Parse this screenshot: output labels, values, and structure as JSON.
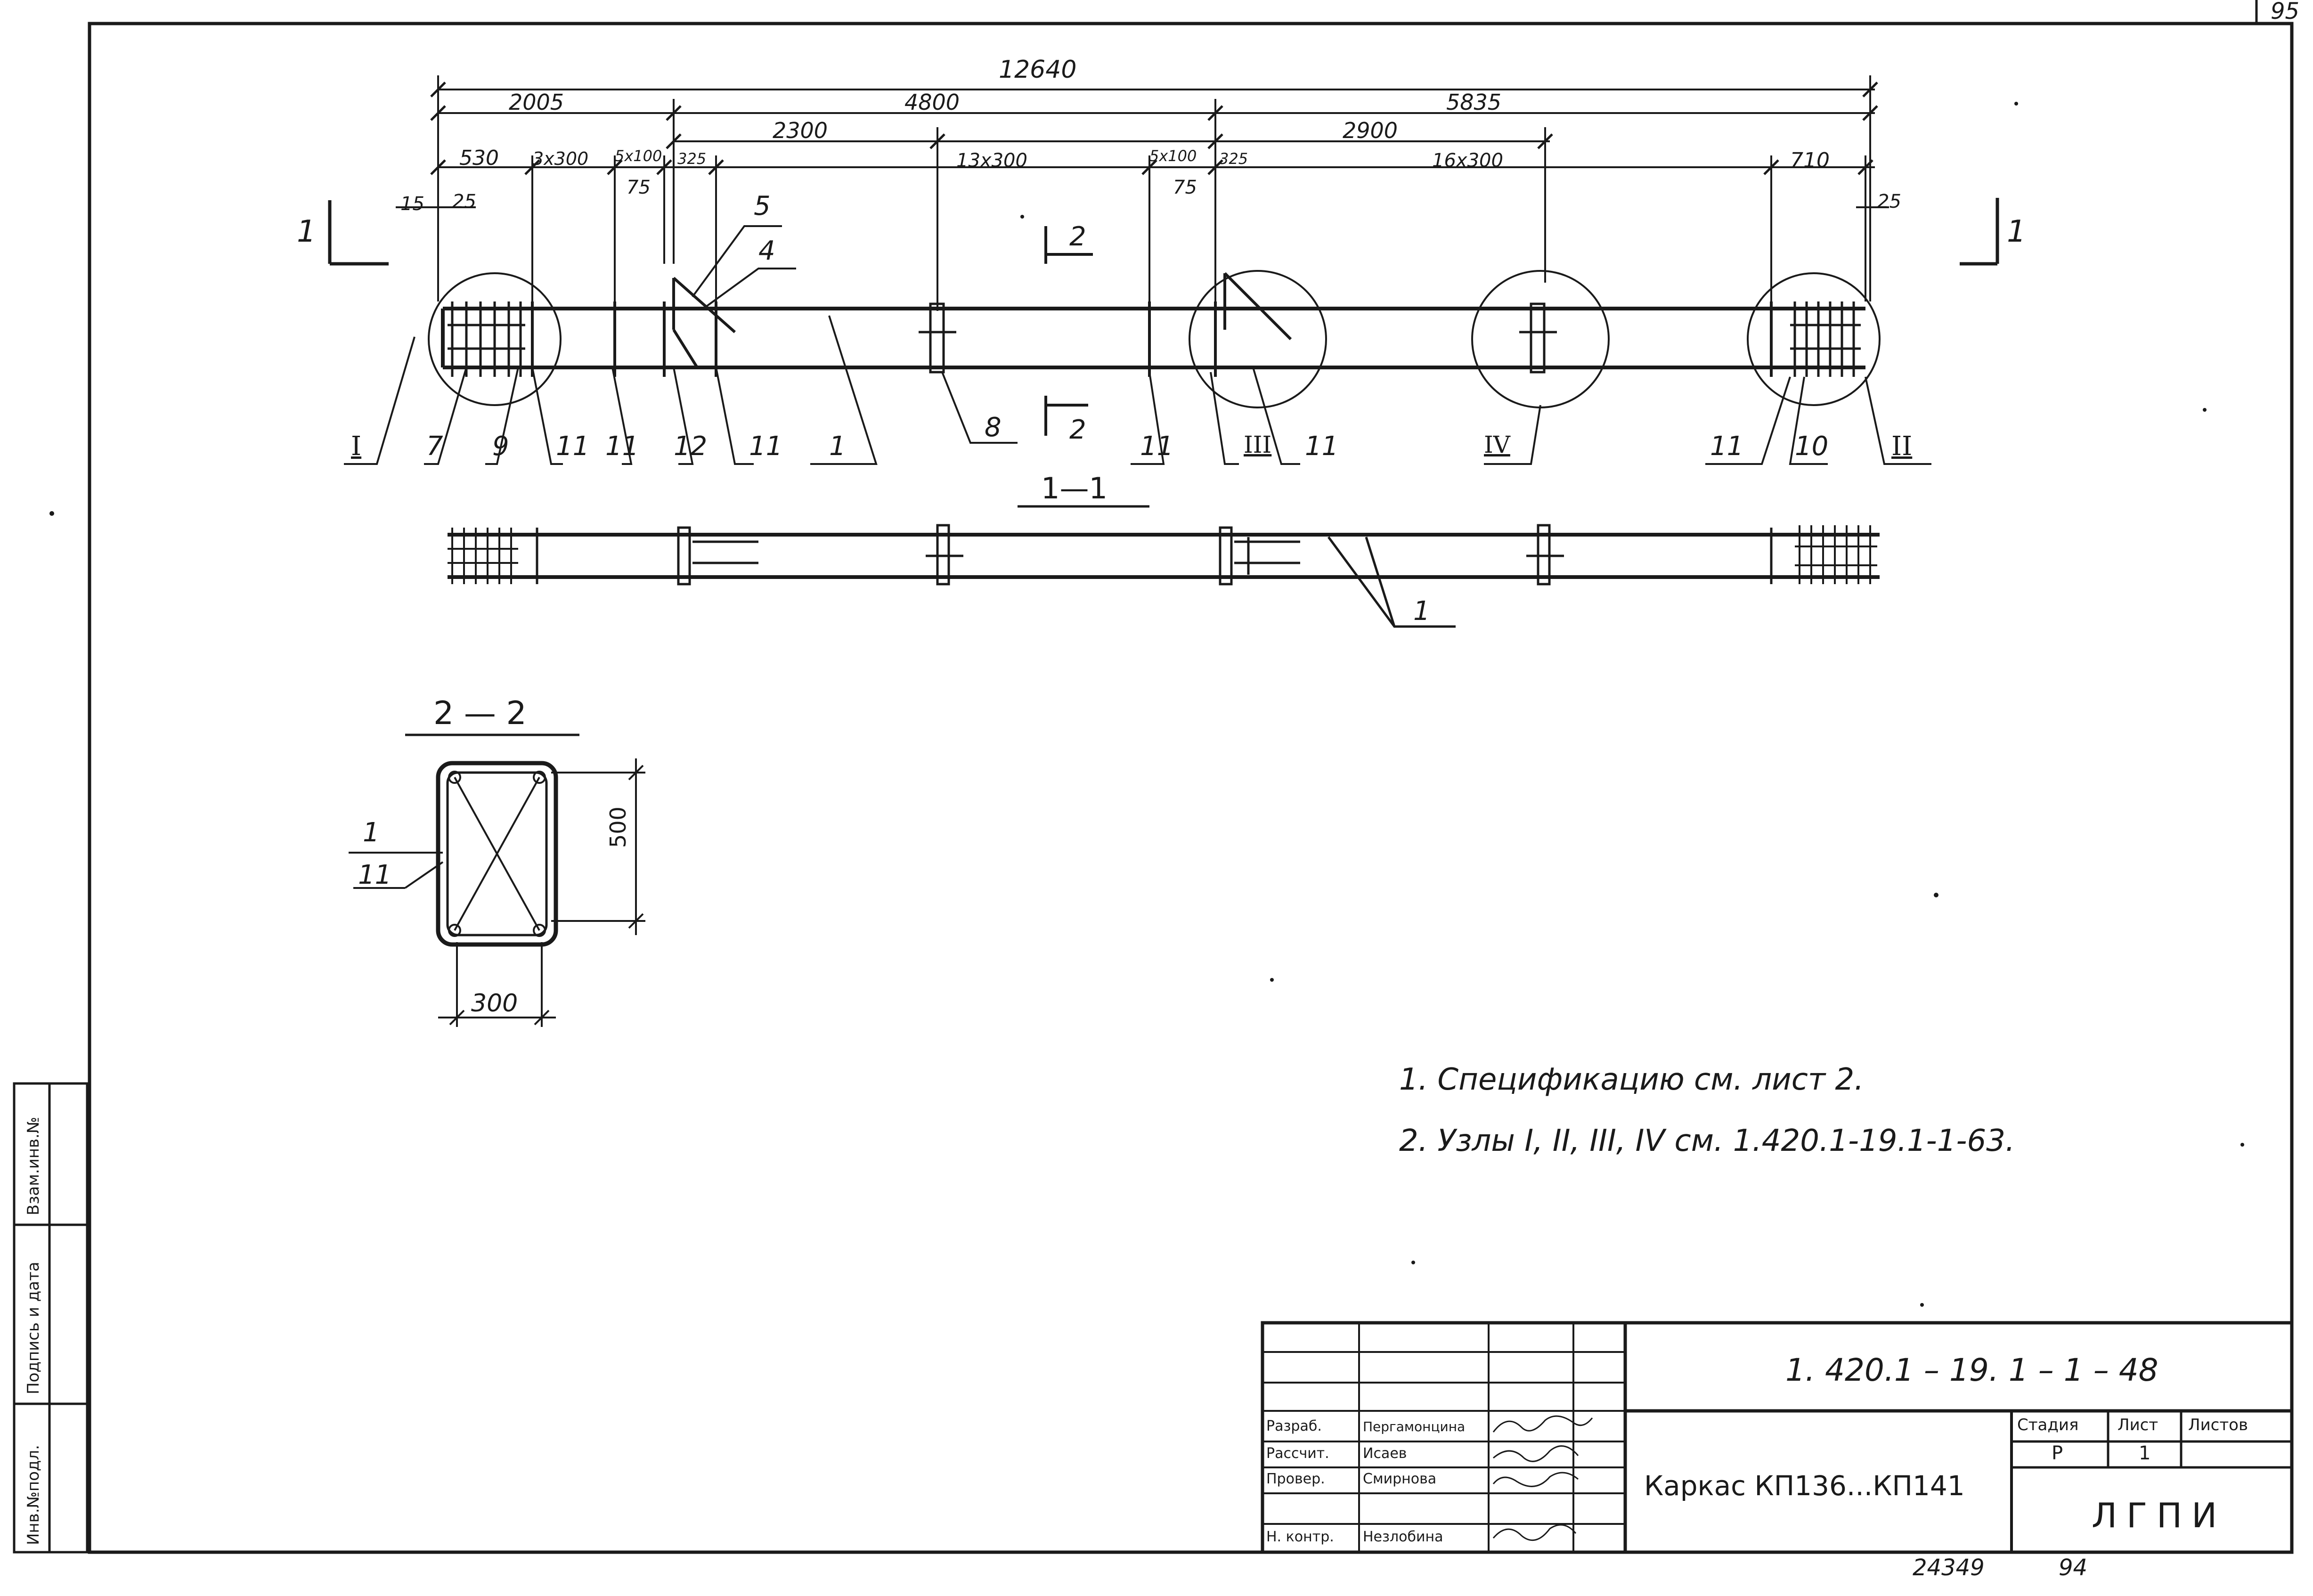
{
  "sheet": {
    "page_number": "95",
    "bottom_numbers": [
      "24349",
      "94"
    ]
  },
  "dimensions": {
    "overall": "12640",
    "row2": [
      "2005",
      "4800",
      "5835"
    ],
    "row3": [
      "2300",
      "2900"
    ],
    "row4": [
      "530",
      "3х300",
      "5х100",
      "325",
      "13х300",
      "5х100",
      "325",
      "16х300",
      "710"
    ],
    "small": [
      "15",
      "25",
      "75",
      "75",
      "25"
    ],
    "section_height": "500",
    "section_width": "300"
  },
  "labels": {
    "section_mark_1": "1",
    "section_mark_2": "2",
    "section_1_title": "1—1",
    "section_2_title": "2 — 2",
    "positions": [
      "I",
      "7",
      "9",
      "11",
      "11",
      "12",
      "11",
      "1",
      "8",
      "11",
      "III",
      "11",
      "IV",
      "11",
      "10",
      "II"
    ],
    "callout_4": "4",
    "callout_5": "5",
    "callout_1": "1",
    "sec2_1": "1",
    "sec2_11": "11"
  },
  "notes": [
    "1. Спецификацию см. лист 2.",
    "2. Узлы  I, II, III, IV см. 1.420.1-19.1-1-63."
  ],
  "side_stamp": [
    "Инв.№подл.",
    "Подпись и дата",
    "Взам.инв.№"
  ],
  "title_block": {
    "code": "1. 420.1 – 19. 1 – 1 – 48",
    "title": "Каркас КП136...КП141",
    "org": "ЛГПИ",
    "col_headers": [
      "Стадия",
      "Лист",
      "Листов"
    ],
    "stage": "Р",
    "sheet": "1",
    "sheets": "",
    "rows": [
      {
        "role": "Разраб.",
        "name": "Пергамонцина"
      },
      {
        "role": "Рассчит.",
        "name": "Исаев"
      },
      {
        "role": "Провер.",
        "name": "Смирнова"
      },
      {
        "role": "Н. контр.",
        "name": "Незлобина"
      }
    ]
  }
}
